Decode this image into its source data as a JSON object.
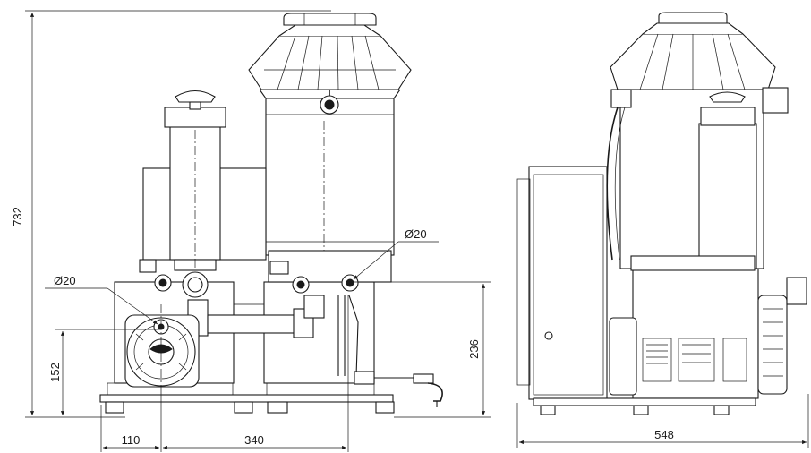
{
  "dimensions": {
    "total_height": "732",
    "base_height": "152",
    "outlet_height": "236",
    "left_offset": "110",
    "center_span": "340",
    "total_depth": "548",
    "pipe_left": "Ø20",
    "pipe_right": "Ø20"
  }
}
